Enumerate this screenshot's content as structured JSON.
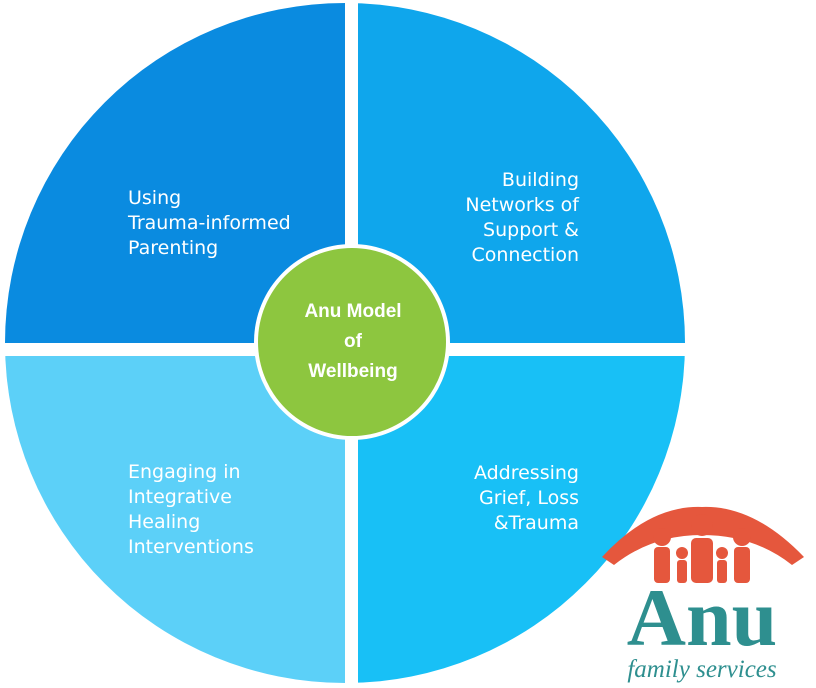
{
  "diagram": {
    "center_label": "Anu Model\nof\nWellbeing",
    "quadrants": [
      {
        "id": "top-left",
        "text": "Using\nTrauma-informed\nParenting",
        "color": "#0a8be0"
      },
      {
        "id": "top-right",
        "text": "Building\nNetworks of\nSupport &\nConnection",
        "color": "#0fa6ec"
      },
      {
        "id": "bottom-left",
        "text": "Engaging in\nIntegrative\nHealing\nInterventions",
        "color": "#5cd0f8"
      },
      {
        "id": "bottom-right",
        "text": "Addressing\nGrief, Loss\n&Trauma",
        "color": "#18c0f6"
      }
    ],
    "center_color": "#8dc63f"
  },
  "logo": {
    "name": "Anu",
    "tagline": "family services",
    "figures_color": "#e5573d",
    "text_color": "#2e8f8f"
  }
}
